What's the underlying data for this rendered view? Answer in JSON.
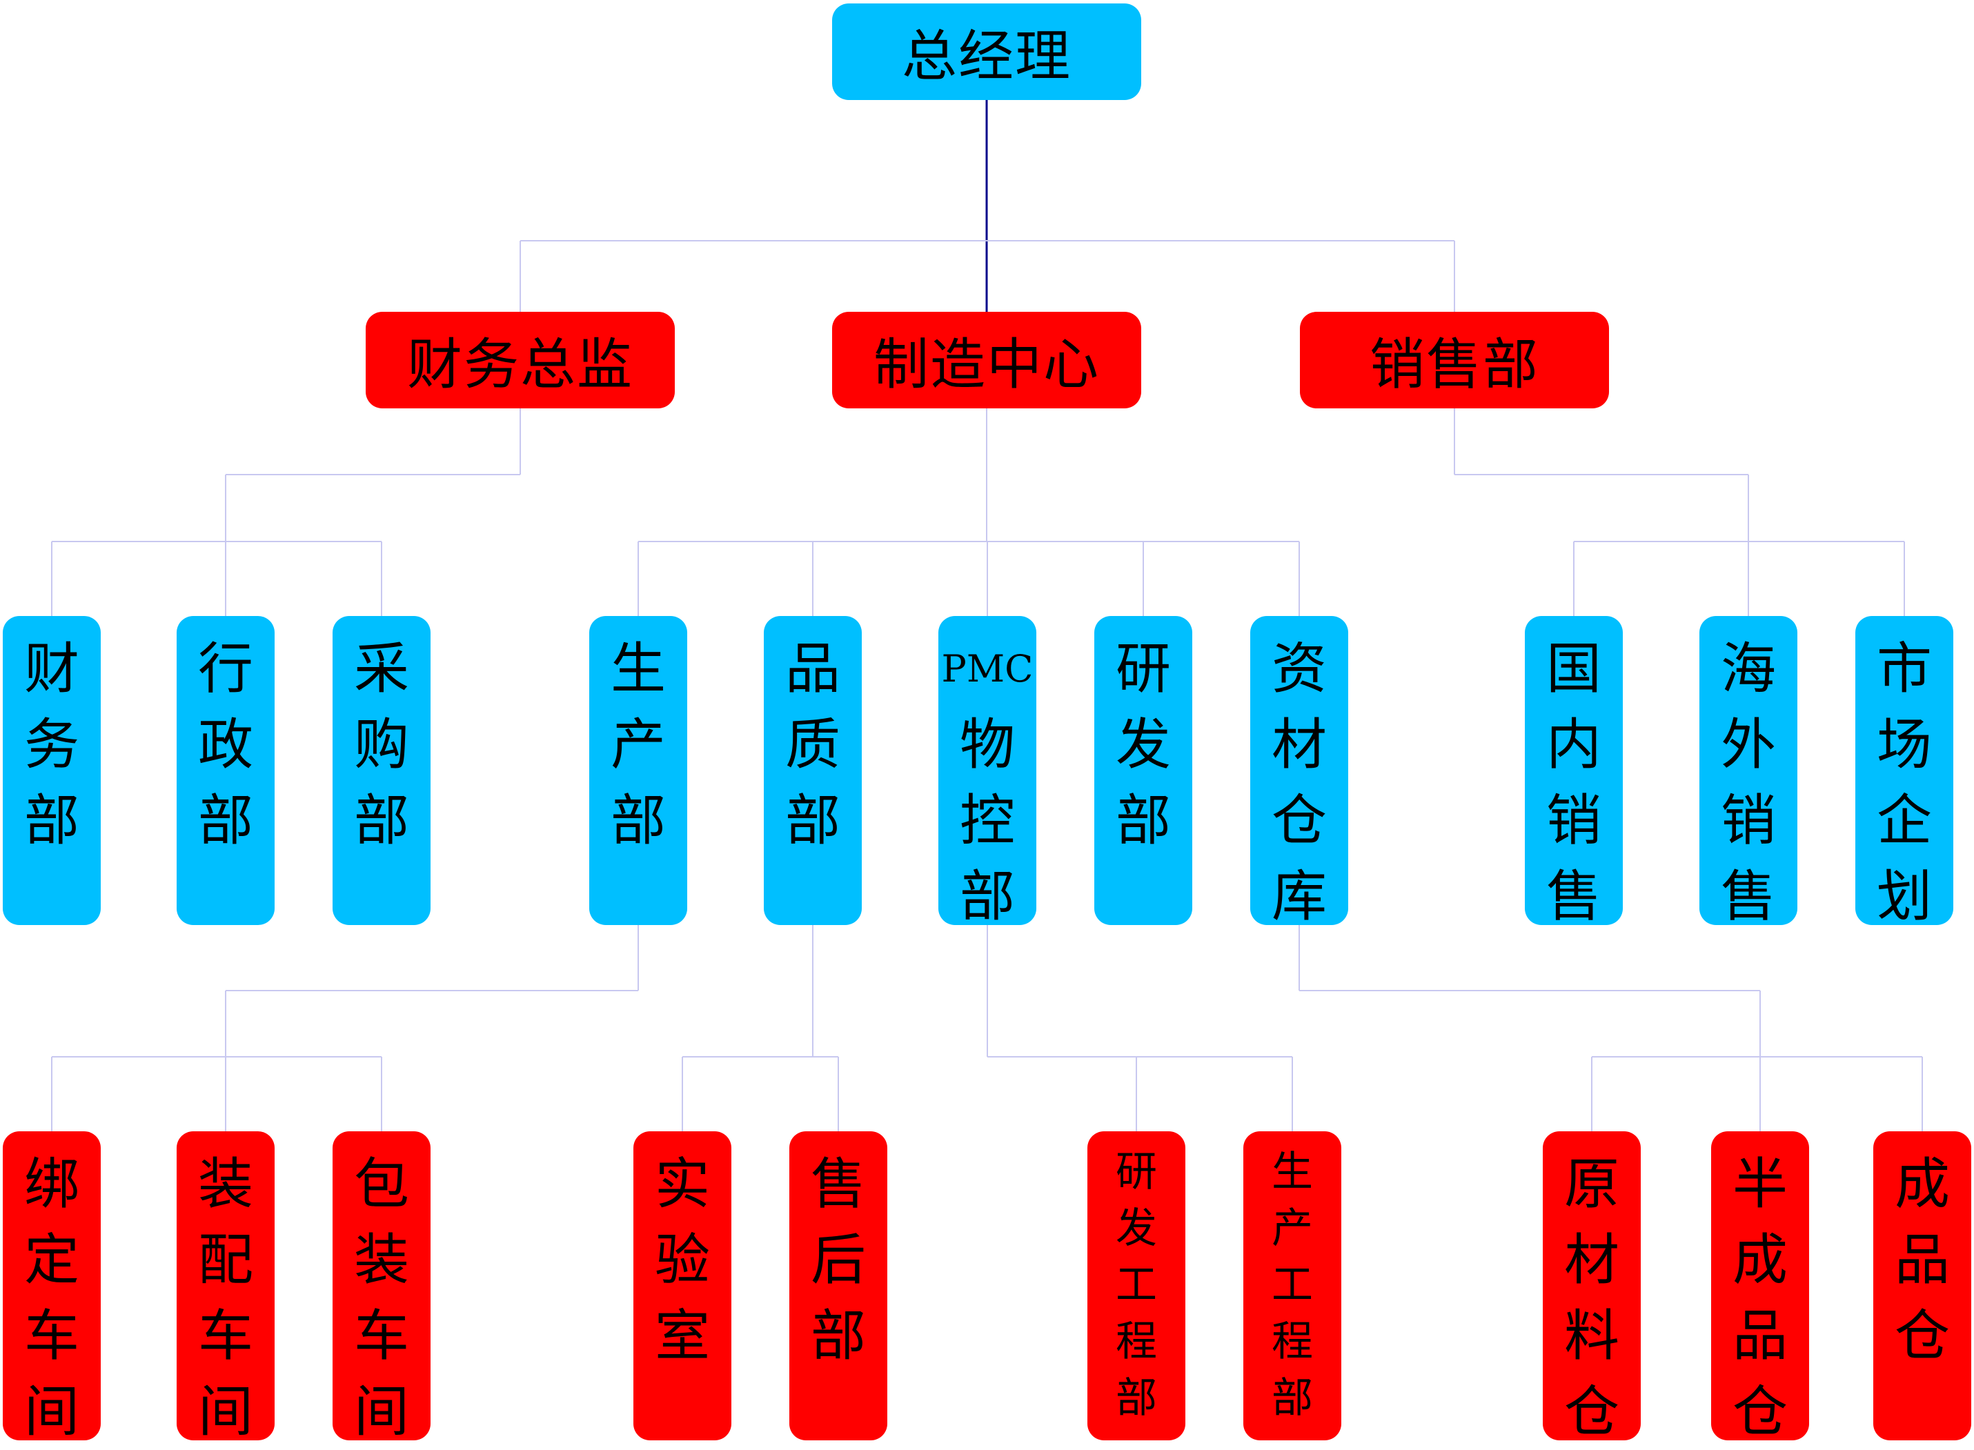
{
  "chart_data": {
    "type": "org-chart",
    "colors": {
      "blue": "#00BFFF",
      "red": "#FF0000",
      "main_line": "#00008B",
      "line": "#C8C8F0"
    },
    "root": {
      "label": "总经理",
      "color": "blue",
      "children": [
        {
          "label": "财务总监",
          "color": "red",
          "children": [
            {
              "label": "财务部",
              "color": "blue"
            },
            {
              "label": "行政部",
              "color": "blue"
            },
            {
              "label": "采购部",
              "color": "blue"
            }
          ]
        },
        {
          "label": "制造中心",
          "color": "red",
          "children": [
            {
              "label": "生产部",
              "color": "blue",
              "children": [
                {
                  "label": "绑定车间",
                  "color": "red"
                },
                {
                  "label": "装配车间",
                  "color": "red"
                },
                {
                  "label": "包装车间",
                  "color": "red"
                }
              ]
            },
            {
              "label": "品质部",
              "color": "blue",
              "children": [
                {
                  "label": "实验室",
                  "color": "red"
                },
                {
                  "label": "售后部",
                  "color": "red"
                }
              ]
            },
            {
              "label": "PMC物控部",
              "color": "blue",
              "children": [
                {
                  "label": "研发工程部",
                  "color": "red"
                },
                {
                  "label": "生产工程部",
                  "color": "red"
                }
              ]
            },
            {
              "label": "研发部",
              "color": "blue"
            },
            {
              "label": "资材仓库",
              "color": "blue",
              "children": [
                {
                  "label": "原材料仓",
                  "color": "red"
                },
                {
                  "label": "半成品仓",
                  "color": "red"
                },
                {
                  "label": "成品仓",
                  "color": "red"
                }
              ]
            }
          ]
        },
        {
          "label": "销售部",
          "color": "red",
          "children": [
            {
              "label": "国内销售",
              "color": "blue"
            },
            {
              "label": "海外销售",
              "color": "blue"
            },
            {
              "label": "市场企划",
              "color": "blue"
            }
          ]
        }
      ]
    }
  }
}
